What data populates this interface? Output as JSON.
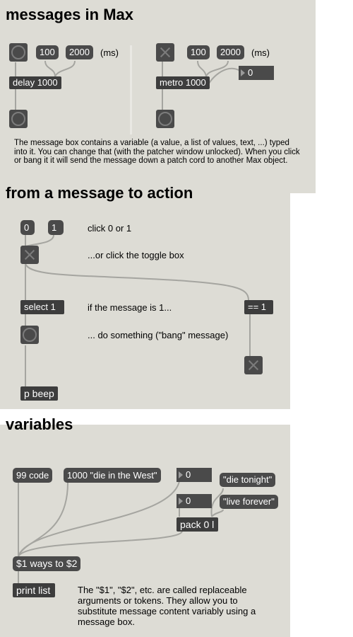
{
  "section1": {
    "title": "messages in Max",
    "ms_left": "(ms)",
    "ms_right": "(ms)",
    "left": {
      "msg_100": "100",
      "msg_2000": "2000",
      "obj": "delay 1000"
    },
    "right": {
      "msg_100": "100",
      "msg_2000": "2000",
      "obj": "metro 1000",
      "number": "0"
    },
    "description": "The message box contains a variable (a value, a list of values, text, ...) typed into it. You can change that (with the patcher window unlocked). When you click or bang it it will send the message down a patch cord to another Max object."
  },
  "section2": {
    "title": "from a message to action",
    "msg_0": "0",
    "msg_1": "1",
    "comment_click": "click 0 or 1",
    "comment_toggle": "...or click the toggle box",
    "obj_select": "select 1",
    "comment_if": "if the message is 1...",
    "obj_equals": "== 1",
    "comment_do": "... do something (\"bang\" message)",
    "obj_beep": "p beep"
  },
  "section3": {
    "title": "variables",
    "msg_99": "99 code",
    "msg_1000": "1000 \"die in the West\"",
    "number_top": "0",
    "msg_tonight": "\"die tonight\"",
    "number_mid": "0",
    "msg_forever": "\"live forever\"",
    "obj_pack": "pack 0 l",
    "msg_ways": "$1 ways to $2",
    "obj_print": "print list",
    "explanation": "The \"$1\", \"$2\", etc. are called replaceable arguments or tokens. They allow you to substitute message content variably using a message box."
  },
  "colors": {
    "panel": "#dddcd5",
    "box": "#4a4a4a",
    "cord": "#a5a5a0"
  }
}
